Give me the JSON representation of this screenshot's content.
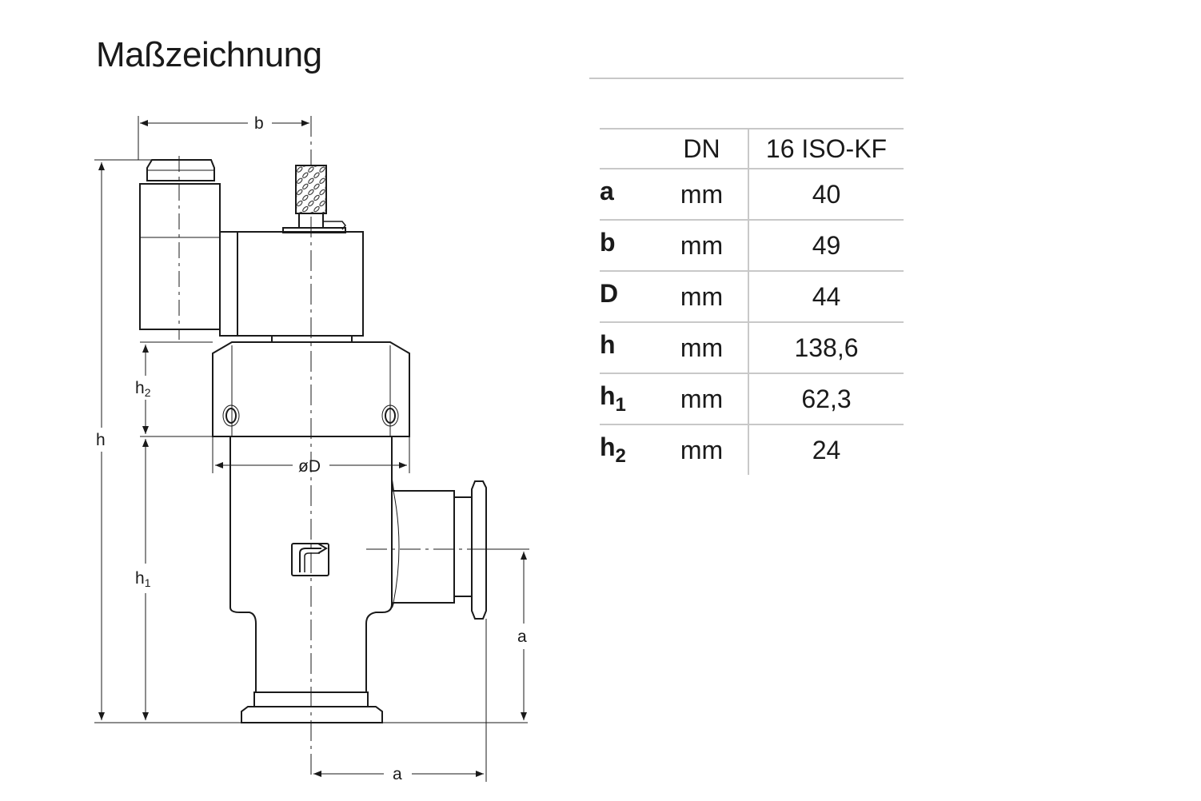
{
  "title": "Maßzeichnung",
  "drawing_labels": {
    "b": "b",
    "h": "h",
    "h1": "h",
    "h1_sub": "1",
    "h2": "h",
    "h2_sub": "2",
    "oD": "øD",
    "a_vertical": "a",
    "a_horizontal": "a"
  },
  "table": {
    "header": {
      "symbol": "",
      "unit": "DN",
      "value": "16 ISO-KF"
    },
    "rows": [
      {
        "symbol": "a",
        "sub": "",
        "unit": "mm",
        "value": "40"
      },
      {
        "symbol": "b",
        "sub": "",
        "unit": "mm",
        "value": "49"
      },
      {
        "symbol": "D",
        "sub": "",
        "unit": "mm",
        "value": "44"
      },
      {
        "symbol": "h",
        "sub": "",
        "unit": "mm",
        "value": "138,6"
      },
      {
        "symbol": "h",
        "sub": "1",
        "unit": "mm",
        "value": "62,3"
      },
      {
        "symbol": "h",
        "sub": "2",
        "unit": "mm",
        "value": "24"
      }
    ]
  },
  "colors": {
    "line": "#1a1a1a",
    "rule": "#c8c8c8",
    "background": "#ffffff"
  }
}
